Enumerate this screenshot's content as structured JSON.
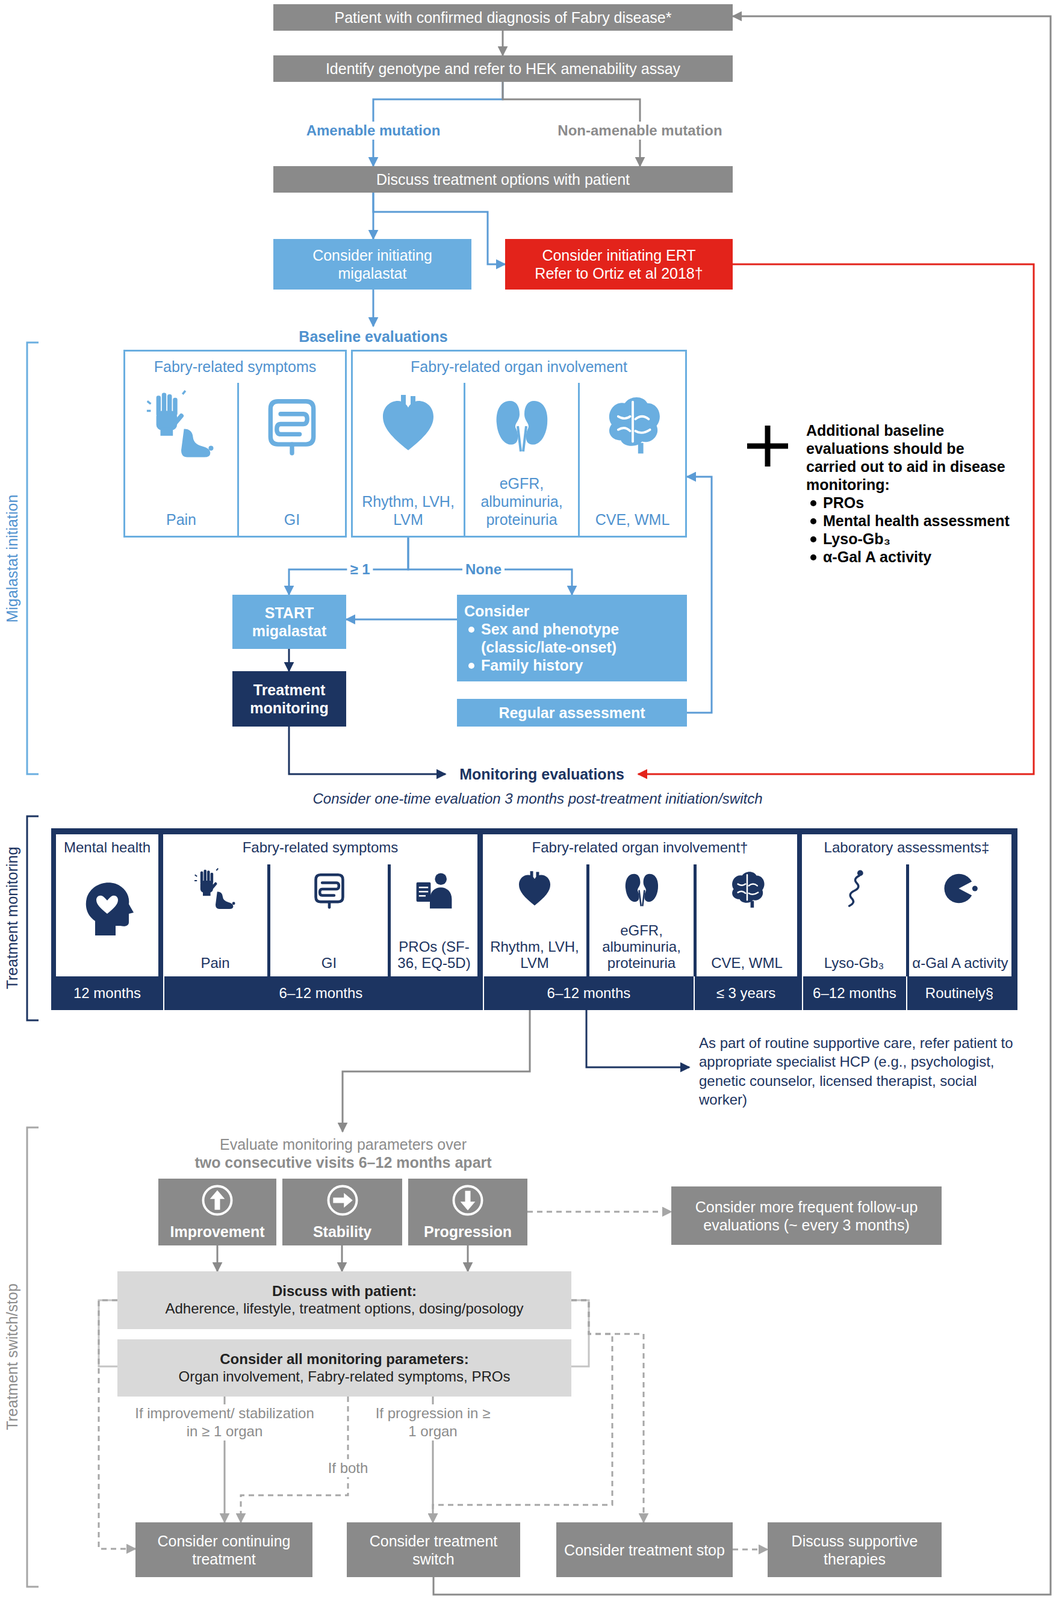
{
  "diagram": {
    "nodes": [
      {
        "text": [
          "Patient with confirmed diagnosis of Fabry disease*"
        ]
      },
      {
        "text": [
          "Identify genotype and refer to HEK amenability assay"
        ]
      },
      {
        "text": [
          "Discuss treatment options with patient"
        ]
      },
      {
        "text": [
          "Consider initiating migalastat"
        ]
      },
      {
        "text": [
          "Consider initiating ERT",
          "Refer to Ortiz et al 2018†"
        ]
      },
      {
        "text": [
          "Baseline evaluations"
        ]
      },
      {
        "text": [
          "Fabry-related symptoms"
        ]
      },
      {
        "text": [
          "Pain"
        ],
        "in": 6
      },
      {
        "text": [
          "GI"
        ],
        "in": 6
      },
      {
        "text": [
          "Fabry-related organ involvement"
        ]
      },
      {
        "text": [
          "Rhythm, LVH, LVM"
        ],
        "in": 9
      },
      {
        "text": [
          "eGFR, albuminuria, proteinuria"
        ],
        "in": 9
      },
      {
        "text": [
          "CVE, WML"
        ],
        "in": 9
      },
      {
        "text": [
          "START migalastat"
        ]
      },
      {
        "text": [
          "Consider",
          "Sex and phenotype (classic/late-onset)",
          "Family history"
        ]
      },
      {
        "text": [
          "Treatment monitoring"
        ]
      },
      {
        "text": [
          "Regular assessment"
        ]
      },
      {
        "text": [
          "Monitoring evaluations"
        ]
      },
      {
        "text": [
          "12 months",
          "6–12 months",
          "6–12 months",
          "≤ 3 years",
          "6–12 months",
          "Routinely§"
        ]
      },
      {
        "text": [
          "Mental health"
        ],
        "in": 18
      },
      {
        "text": [
          "Fabry-related symptoms"
        ],
        "in": 18
      },
      {
        "text": [
          "Pain"
        ],
        "in": 20
      },
      {
        "text": [
          "GI"
        ],
        "in": 20
      },
      {
        "text": [
          "PROs (SF-36, EQ-5D)"
        ],
        "in": 20
      },
      {
        "text": [
          "Fabry-related organ involvement†"
        ],
        "in": 18
      },
      {
        "text": [
          "Rhythm, LVH, LVM"
        ],
        "in": 24
      },
      {
        "text": [
          "eGFR, albuminuria, proteinuria"
        ],
        "in": 24
      },
      {
        "text": [
          "CVE, WML"
        ],
        "in": 24
      },
      {
        "text": [
          "Laboratory assessments‡"
        ],
        "in": 18
      },
      {
        "text": [
          "Lyso-Gb₃"
        ],
        "in": 28
      },
      {
        "text": [
          "α-Gal A activity"
        ],
        "in": 28
      },
      {
        "text": [
          "As part of routine supportive care, refer patient to appropriate specialist HCP (e.g., psychologist, genetic counselor, licensed therapist, social worker)"
        ]
      },
      {
        "text": [
          "Evaluate monitoring parameters over",
          "two consecutive visits 6–12 months apart"
        ]
      },
      {
        "text": [
          "Improvement"
        ]
      },
      {
        "text": [
          "Stability"
        ]
      },
      {
        "text": [
          "Progression"
        ]
      },
      {
        "text": [
          "Consider more frequent follow-up evaluations (~ every 3 months)"
        ]
      },
      {
        "text": [
          "Discuss with patient:",
          "Adherence, lifestyle, treatment options, dosing/posology"
        ]
      },
      {
        "text": [
          "Consider all monitoring parameters:",
          "Organ involvement, Fabry-related symptoms, PROs"
        ]
      },
      {
        "text": [
          "Consider continuing treatment"
        ]
      },
      {
        "text": [
          "Consider treatment switch"
        ]
      },
      {
        "text": [
          "Consider treatment stop"
        ]
      },
      {
        "text": [
          "Discuss supportive therapies"
        ]
      }
    ],
    "edges": [
      {
        "from": 0,
        "to": 1,
        "arrow": "to"
      },
      {
        "from": 1,
        "to": 2,
        "label": "Amenable mutation",
        "arrow": "to"
      },
      {
        "from": 1,
        "to": 2,
        "label": "Non-amenable mutation",
        "arrow": "to"
      },
      {
        "from": 2,
        "to": 3,
        "arrow": "to"
      },
      {
        "from": 2,
        "to": 4,
        "arrow": "to"
      },
      {
        "from": 3,
        "to": 5,
        "arrow": "to"
      },
      {
        "from": 9,
        "to": 13,
        "label": "≥ 1",
        "arrow": "to"
      },
      {
        "from": 9,
        "to": 14,
        "label": "None",
        "arrow": "to"
      },
      {
        "from": 14,
        "to": 13,
        "arrow": "to"
      },
      {
        "from": 13,
        "to": 15,
        "arrow": "to"
      },
      {
        "from": 16,
        "to": 9,
        "arrow": "to"
      },
      {
        "from": 15,
        "to": 17,
        "arrow": "to"
      },
      {
        "from": 4,
        "to": 17,
        "arrow": "to"
      },
      {
        "from": 18,
        "to": 31,
        "arrow": "to"
      },
      {
        "from": 18,
        "to": 32,
        "arrow": "to"
      },
      {
        "from": 33,
        "to": 37,
        "arrow": "to"
      },
      {
        "from": 34,
        "to": 37,
        "arrow": "to"
      },
      {
        "from": 35,
        "to": 37,
        "arrow": "to"
      },
      {
        "from": 35,
        "to": 36,
        "arrow": "to"
      },
      {
        "from": 37,
        "to": 39,
        "arrow": "to"
      },
      {
        "from": 38,
        "to": 39,
        "label": "If improvement/ stabilization in ≥ 1 organ",
        "arrow": "to"
      },
      {
        "from": 38,
        "to": 39,
        "label": "If both",
        "arrow": "to"
      },
      {
        "from": 38,
        "to": 40,
        "label": "If progression in ≥ 1 organ",
        "arrow": "to"
      },
      {
        "from": 37,
        "to": 40,
        "arrow": "to"
      },
      {
        "from": 37,
        "to": 41,
        "arrow": "to"
      },
      {
        "from": 41,
        "to": 42,
        "arrow": "to"
      },
      {
        "from": 40,
        "to": 0,
        "arrow": "to"
      }
    ],
    "labels": [
      "Migalastat initiation",
      "Additional baseline evaluations should be carried out to aid in disease monitoring:",
      "PROs",
      "Mental health assessment",
      "Lyso-Gb₃",
      "α-Gal A activity",
      "Consider one-time evaluation 3 months post-treatment initiation/switch",
      "Treatment monitoring",
      "Treatment switch/stop"
    ]
  }
}
